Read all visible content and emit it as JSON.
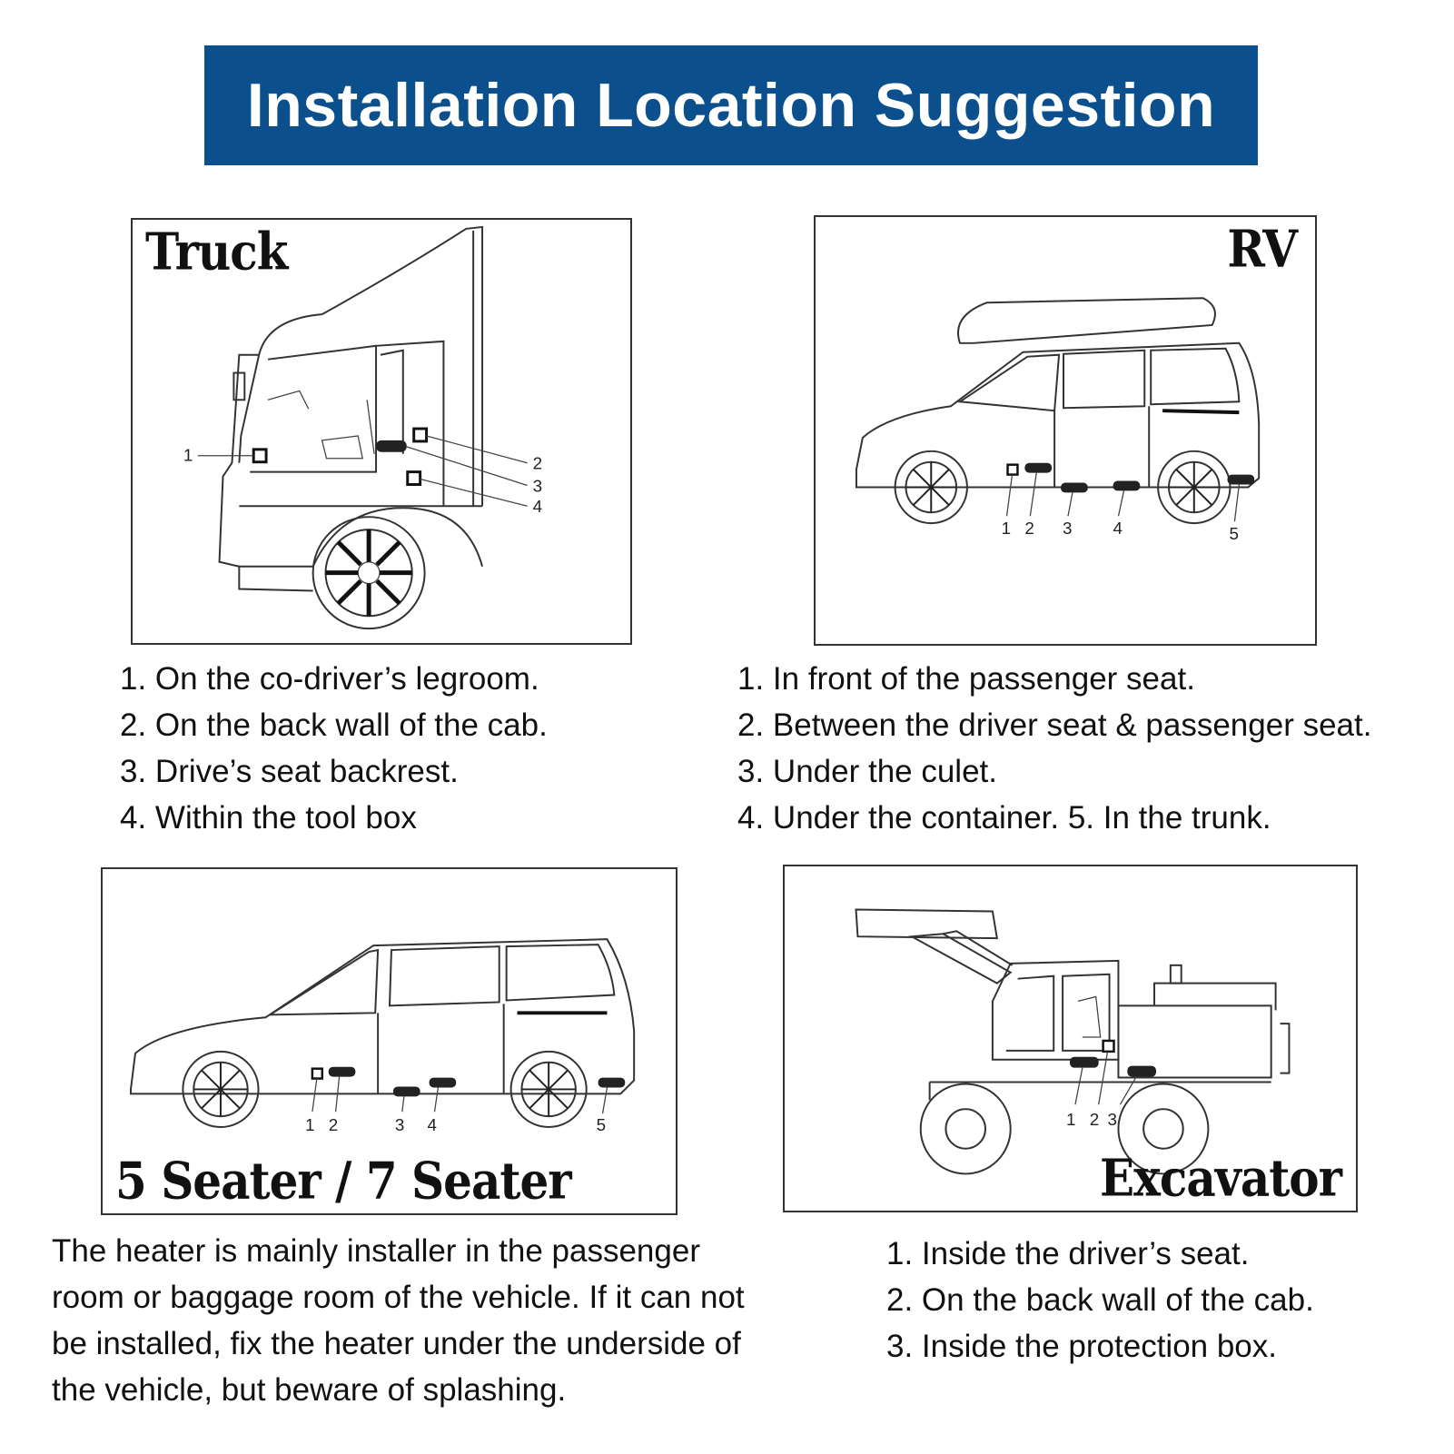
{
  "banner": {
    "title": "Installation Location Suggestion"
  },
  "colors": {
    "banner_bg": "#0b4f8c",
    "banner_text": "#ffffff"
  },
  "truck": {
    "title": "Truck",
    "callouts": [
      "1",
      "2",
      "3",
      "4"
    ],
    "items": [
      "1. On the co-driver’s legroom.",
      "2. On the back wall of the cab.",
      "3. Drive’s seat backrest.",
      "4. Within the tool box"
    ]
  },
  "rv": {
    "title": "RV",
    "callouts": [
      "1",
      "2",
      "3",
      "4",
      "5"
    ],
    "items": [
      "1. In front of the passenger seat.",
      "2. Between the driver seat & passenger seat.",
      "3. Under the culet.",
      "4. Under the container.   5. In the trunk."
    ]
  },
  "seater": {
    "title": "5 Seater / 7 Seater",
    "callouts": [
      "1",
      "2",
      "3",
      "4",
      "5"
    ],
    "description": [
      "The heater is mainly installer in the passenger",
      "room or baggage room of the vehicle. If it can not",
      "be installed, fix the heater under the underside of",
      "the vehicle, but beware of splashing."
    ]
  },
  "excavator": {
    "title": "Excavator",
    "callouts": [
      "1",
      "2",
      "3"
    ],
    "items": [
      "1. Inside the driver’s seat.",
      "2. On the back wall of the cab.",
      "3. Inside the protection box."
    ]
  }
}
